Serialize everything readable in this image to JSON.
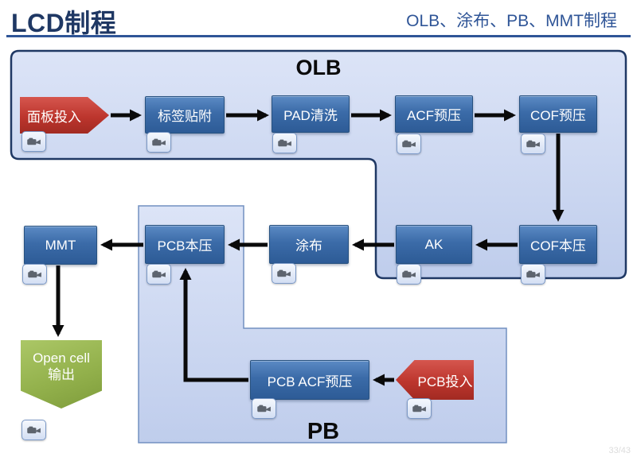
{
  "header": {
    "title": "LCD制程",
    "subtitle": "OLB、涂布、PB、MMT制程"
  },
  "footer": {
    "page": "33/43"
  },
  "diagram": {
    "groups": {
      "olb": "OLB",
      "pb": "PB"
    },
    "nodes": {
      "panel_input": {
        "label": "面板投入",
        "type": "input-arrow",
        "color": "#BC352D"
      },
      "label_attach": {
        "label": "标签贴附",
        "type": "process",
        "color": "#3B6BA8"
      },
      "pad_clean": {
        "label": "PAD清洗",
        "type": "process",
        "color": "#3B6BA8"
      },
      "acf_prepress": {
        "label": "ACF预压",
        "type": "process",
        "color": "#3B6BA8"
      },
      "cof_prepress": {
        "label": "COF预压",
        "type": "process",
        "color": "#3B6BA8"
      },
      "cof_press": {
        "label": "COF本压",
        "type": "process",
        "color": "#3B6BA8"
      },
      "ak": {
        "label": "AK",
        "type": "process",
        "color": "#3B6BA8"
      },
      "coating": {
        "label": "涂布",
        "type": "process",
        "color": "#3B6BA8"
      },
      "pcb_press": {
        "label": "PCB本压",
        "type": "process",
        "color": "#3B6BA8"
      },
      "mmt": {
        "label": "MMT",
        "type": "process",
        "color": "#3B6BA8"
      },
      "pcb_acf_prepress": {
        "label": "PCB ACF预压",
        "type": "process",
        "color": "#3B6BA8"
      },
      "pcb_input": {
        "label": "PCB投入",
        "type": "input-arrow",
        "color": "#BC352D"
      },
      "open_cell": {
        "label": "Open cell",
        "label2": "输出",
        "type": "output-pentagon",
        "color": "#93B14C"
      }
    },
    "edges": [
      [
        "panel_input",
        "label_attach"
      ],
      [
        "label_attach",
        "pad_clean"
      ],
      [
        "pad_clean",
        "acf_prepress"
      ],
      [
        "acf_prepress",
        "cof_prepress"
      ],
      [
        "cof_prepress",
        "cof_press"
      ],
      [
        "cof_press",
        "ak"
      ],
      [
        "ak",
        "coating"
      ],
      [
        "coating",
        "pcb_press"
      ],
      [
        "pcb_press",
        "mmt"
      ],
      [
        "mmt",
        "open_cell"
      ],
      [
        "pcb_input",
        "pcb_acf_prepress"
      ],
      [
        "pcb_acf_prepress",
        "pcb_press"
      ]
    ],
    "group_membership": {
      "olb": [
        "panel_input",
        "label_attach",
        "pad_clean",
        "acf_prepress",
        "cof_prepress",
        "cof_press",
        "ak"
      ],
      "pb": [
        "pcb_press",
        "pcb_acf_prepress",
        "pcb_input"
      ]
    },
    "icons": {
      "camera": "camera-icon"
    },
    "colors": {
      "title_text": "#1F3864",
      "subtitle_text": "#2F5597",
      "header_rule": "#2F5597",
      "region_fill_top": "#DCE4F7",
      "region_fill_bottom": "#BFCDEC",
      "olb_border": "#1F3864",
      "pb_border": "#7290C1",
      "arrow": "#0A0A0A",
      "box_text": "#FFFFFF"
    }
  }
}
